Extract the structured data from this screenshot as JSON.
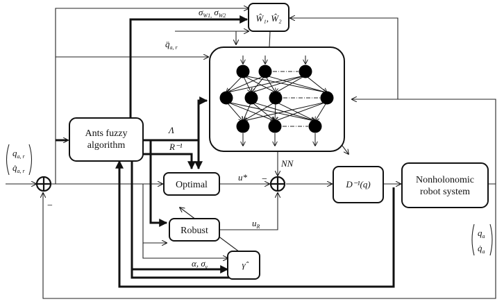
{
  "blocks": {
    "ants_fuzzy": [
      "Ants fuzzy",
      "algorithm"
    ],
    "weights": "Ŵ₁, Ŵ₂",
    "optimal": "Optimal",
    "robust": "Robust",
    "gamma_hat": "γ̂",
    "d_inverse": "D⁻¹(q)",
    "plant": [
      "Nonholonomic",
      "robot system"
    ]
  },
  "signals": {
    "sigma_w": "σ_W1, σ_W2",
    "qdd_ar": "q̈_a,r",
    "lambda": "Λ",
    "r_inv": "R⁻¹",
    "u_star": "u*",
    "nn": "NN",
    "u_r": "u_R",
    "alpha_sigma": "α, σ_γ",
    "minus_main": "−",
    "minus_sum2": "−",
    "ref_input": [
      "q_a,r",
      "q̇_a,r"
    ],
    "output": [
      "q_a",
      "q̇_a"
    ]
  },
  "neural_net": {
    "layers": [
      3,
      4,
      3
    ]
  }
}
